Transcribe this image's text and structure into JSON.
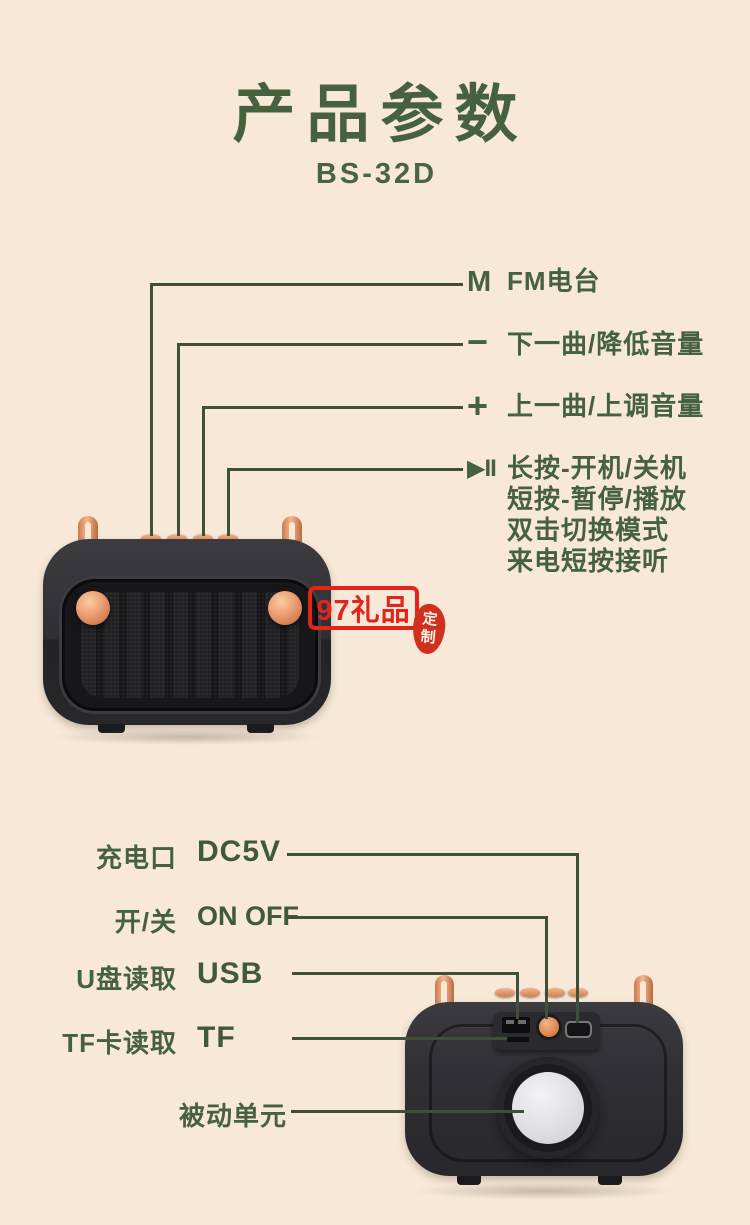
{
  "colors": {
    "background": "#f7e8d7",
    "text_green": "#45613d",
    "line_green": "#3e5138",
    "watermark_red": "#e2251b",
    "copper": "#e89a6e",
    "speaker_body": "#2f2f33",
    "radiator_silver": "#dedee0"
  },
  "header": {
    "title": "产品参数",
    "model": "BS-32D"
  },
  "top_callouts": [
    {
      "symbol": "M",
      "lines": [
        "FM电台"
      ]
    },
    {
      "symbol": "−",
      "lines": [
        "下一曲/降低音量"
      ]
    },
    {
      "symbol": "+",
      "lines": [
        "上一曲/上调音量"
      ]
    },
    {
      "symbol": "▶II",
      "lines": [
        "长按-开机/关机",
        "短按-暂停/播放",
        "双击切换模式",
        "来电短按接听"
      ]
    }
  ],
  "bottom_callouts": [
    {
      "label": "充电口",
      "value": "DC5V"
    },
    {
      "label": "开/关",
      "value": "ON OFF"
    },
    {
      "label": "U盘读取",
      "value": "USB"
    },
    {
      "label": "TF卡读取",
      "value": "TF"
    },
    {
      "label": "被动单元",
      "value": ""
    }
  ],
  "watermark": {
    "brand": "97礼品",
    "seal_line1": "定",
    "seal_line2": "制"
  }
}
